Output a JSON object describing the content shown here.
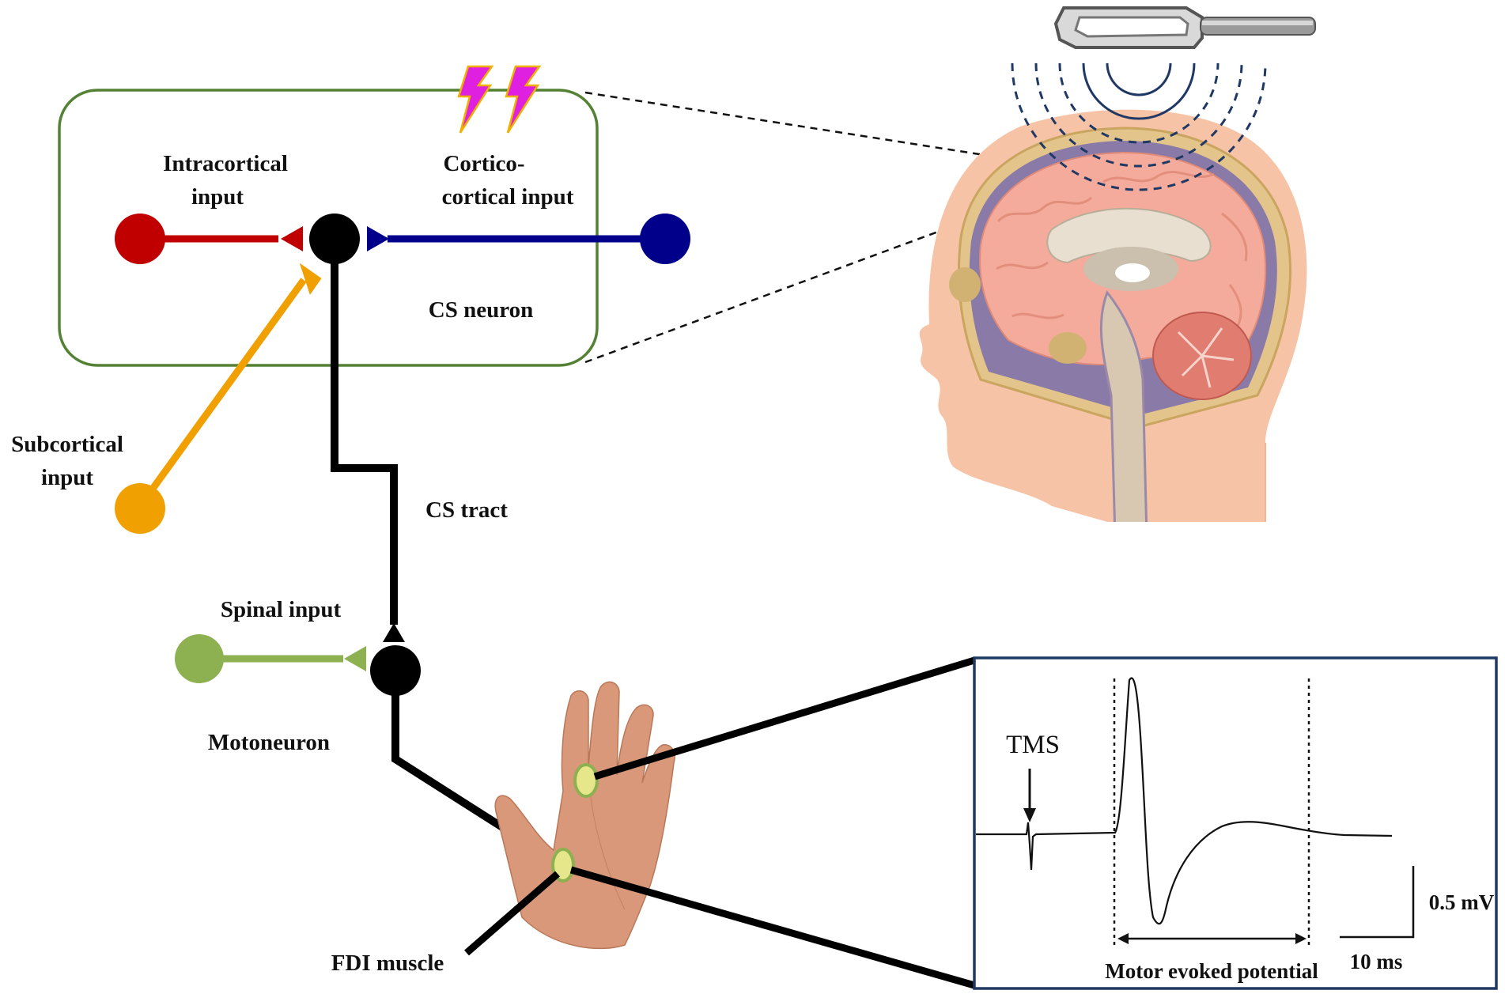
{
  "labels": {
    "intracortical_line1": "Intracortical",
    "intracortical_line2": "input",
    "corticocortical_line1": "Cortico-",
    "corticocortical_line2": "cortical input",
    "cs_neuron": "CS neuron",
    "subcortical_line1": "Subcortical",
    "subcortical_line2": "input",
    "cs_tract": "CS tract",
    "spinal_input": "Spinal input",
    "motoneuron": "Motoneuron",
    "fdi_muscle": "FDI muscle"
  },
  "mep_panel": {
    "tms_label": "TMS",
    "mep_label": "Motor evoked potential",
    "scale_voltage": "0.5 mV",
    "scale_time": "10 ms"
  },
  "colors": {
    "intracortical": "#c00000",
    "corticocortical": "#00008b",
    "subcortical": "#f0a000",
    "spinal": "#8db050",
    "neuron": "#000000",
    "box_border": "#548235",
    "panel_border": "#1f3864",
    "stimulus": "#e020e0",
    "stimulus_outline": "#f0b000",
    "coil_field": "#1f3864"
  },
  "icons": {
    "stimulus": "lightning-bolt-icon",
    "coil": "tms-coil-icon",
    "head": "sagittal-head-illustration",
    "hand": "hand-illustration"
  }
}
